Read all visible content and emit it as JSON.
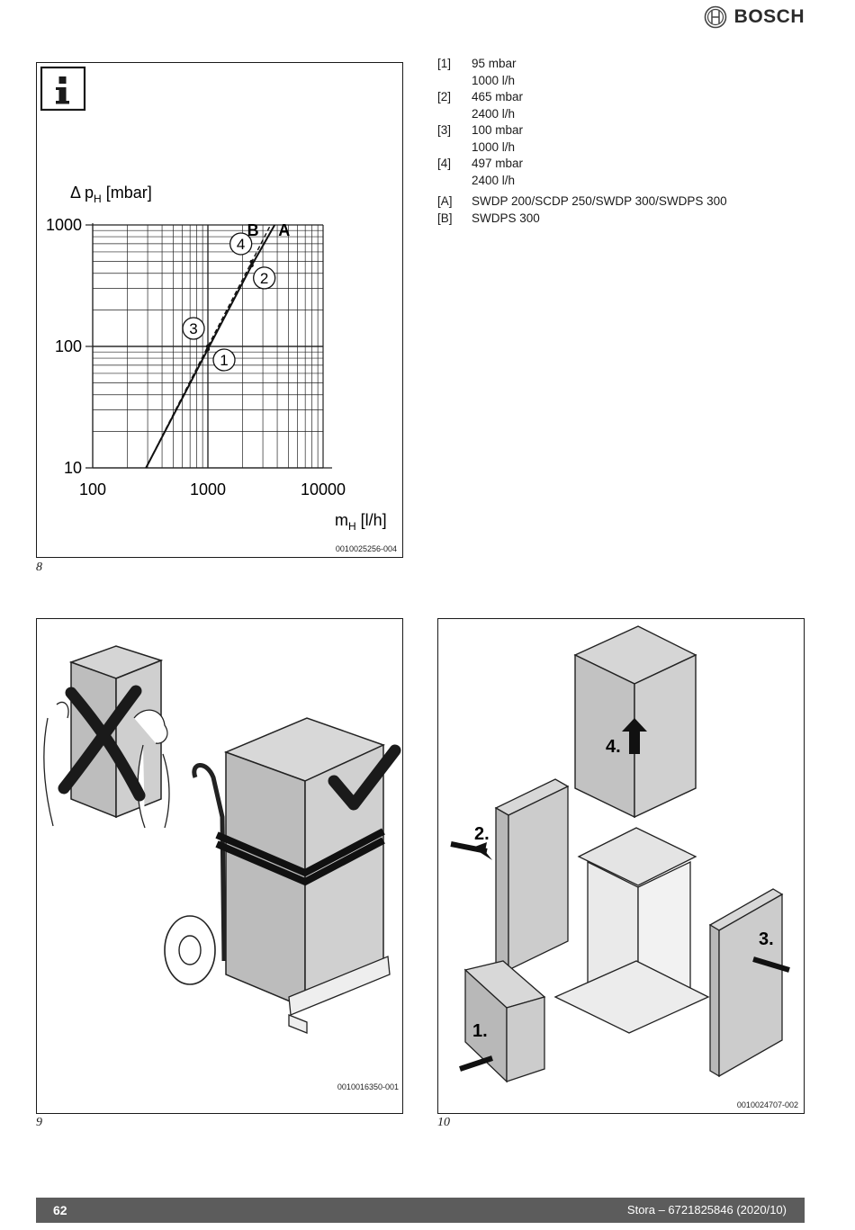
{
  "header": {
    "brand": "BOSCH",
    "logo_icon": "bosch-armature-logo-icon"
  },
  "figure8": {
    "number": "8",
    "code": "0010025256-004",
    "info_icon": "info-icon",
    "y_axis_label": "Δ p",
    "y_axis_sub": "H",
    "y_axis_unit": "[mbar]",
    "x_axis_label": "m",
    "x_axis_sub": "H",
    "x_axis_unit": "[l/h]",
    "curve_labels": [
      "B",
      "A"
    ],
    "points": [
      {
        "label": "1",
        "pressure_mbar": 95,
        "flow_lh": 1000
      },
      {
        "label": "2",
        "pressure_mbar": 465,
        "flow_lh": 2400
      },
      {
        "label": "3",
        "pressure_mbar": 100,
        "flow_lh": 1000
      },
      {
        "label": "4",
        "pressure_mbar": 497,
        "flow_lh": 2400
      }
    ],
    "chart_data": {
      "type": "line",
      "x_scale": "log",
      "y_scale": "log",
      "xlim": [
        100,
        10000
      ],
      "ylim": [
        10,
        1000
      ],
      "x_ticks": [
        "100",
        "1000",
        "10000"
      ],
      "y_ticks": [
        "1000",
        "100",
        "10"
      ],
      "grid": true,
      "series": [
        {
          "name": "A",
          "x": [
            290,
            1000,
            2400,
            3800
          ],
          "y": [
            10,
            95,
            465,
            1000
          ],
          "style": "solid"
        },
        {
          "name": "B",
          "x": [
            290,
            1000,
            2400,
            3500
          ],
          "y": [
            10,
            100,
            497,
            1000
          ],
          "style": "dashed"
        }
      ]
    }
  },
  "legend": [
    {
      "key": "[1]",
      "lines": [
        "95 mbar",
        "1000 l/h"
      ]
    },
    {
      "key": "[2]",
      "lines": [
        "465 mbar",
        "2400 l/h"
      ]
    },
    {
      "key": "[3]",
      "lines": [
        "100 mbar",
        "1000 l/h"
      ]
    },
    {
      "key": "[4]",
      "lines": [
        "497 mbar",
        "2400 l/h"
      ]
    },
    {
      "key": "[A]",
      "lines": [
        "SWDP 200/SCDP 250/SWDP 300/SWDPS 300"
      ]
    },
    {
      "key": "[B]",
      "lines": [
        "SWDPS 300"
      ]
    }
  ],
  "figure9": {
    "number": "9",
    "code": "0010016350-001",
    "icons": [
      "wrong-carry-cross-icon",
      "correct-check-icon"
    ]
  },
  "figure10": {
    "number": "10",
    "code": "0010024707-002",
    "steps": [
      "1.",
      "2.",
      "3.",
      "4."
    ]
  },
  "footer": {
    "page": "62",
    "doc": "Stora – 6721825846 (2020/10)"
  }
}
